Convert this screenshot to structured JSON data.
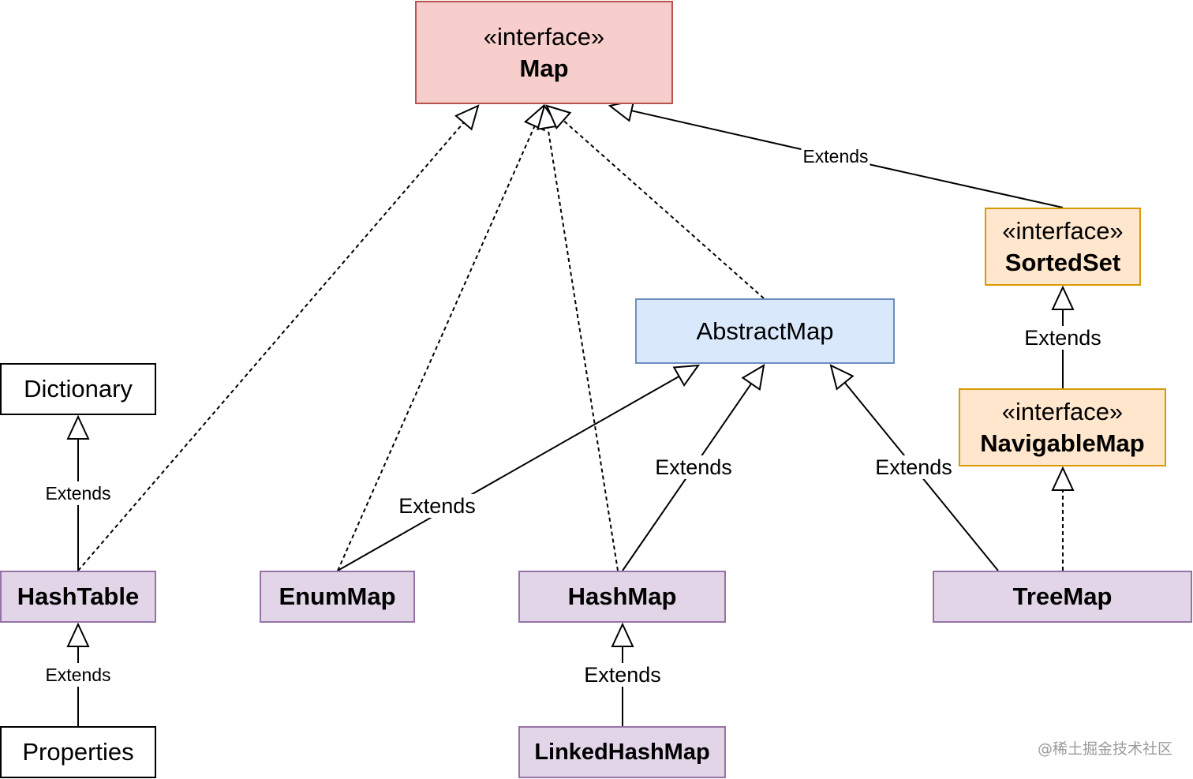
{
  "nodes": {
    "map": {
      "stereotype": "«interface»",
      "name": "Map"
    },
    "sortedset": {
      "stereotype": "«interface»",
      "name": "SortedSet"
    },
    "navigablemap": {
      "stereotype": "«interface»",
      "name": "NavigableMap"
    },
    "abstractmap": {
      "name": "AbstractMap"
    },
    "dictionary": {
      "name": "Dictionary"
    },
    "hashtable": {
      "name": "HashTable"
    },
    "enummap": {
      "name": "EnumMap"
    },
    "hashmap": {
      "name": "HashMap"
    },
    "treemap": {
      "name": "TreeMap"
    },
    "properties": {
      "name": "Properties"
    },
    "linkedhashmap": {
      "name": "LinkedHashMap"
    }
  },
  "edge_labels": {
    "sortedset_map": "Extends",
    "navigable_sortedset": "Extends",
    "hashtable_dictionary": "Extends",
    "properties_hashtable": "Extends",
    "enummap_abstractmap": "Extends",
    "hashmap_abstractmap": "Extends",
    "treemap_abstractmap": "Extends",
    "linkedhashmap_hashmap": "Extends"
  },
  "colors": {
    "interface_map": "#f8cecc",
    "interface_other": "#ffe6cc",
    "abstract_class": "#dae8fc",
    "concrete_class": "#e1d5e7",
    "legacy_class": "#ffffff"
  },
  "watermark": "@稀土掘金技术社区"
}
